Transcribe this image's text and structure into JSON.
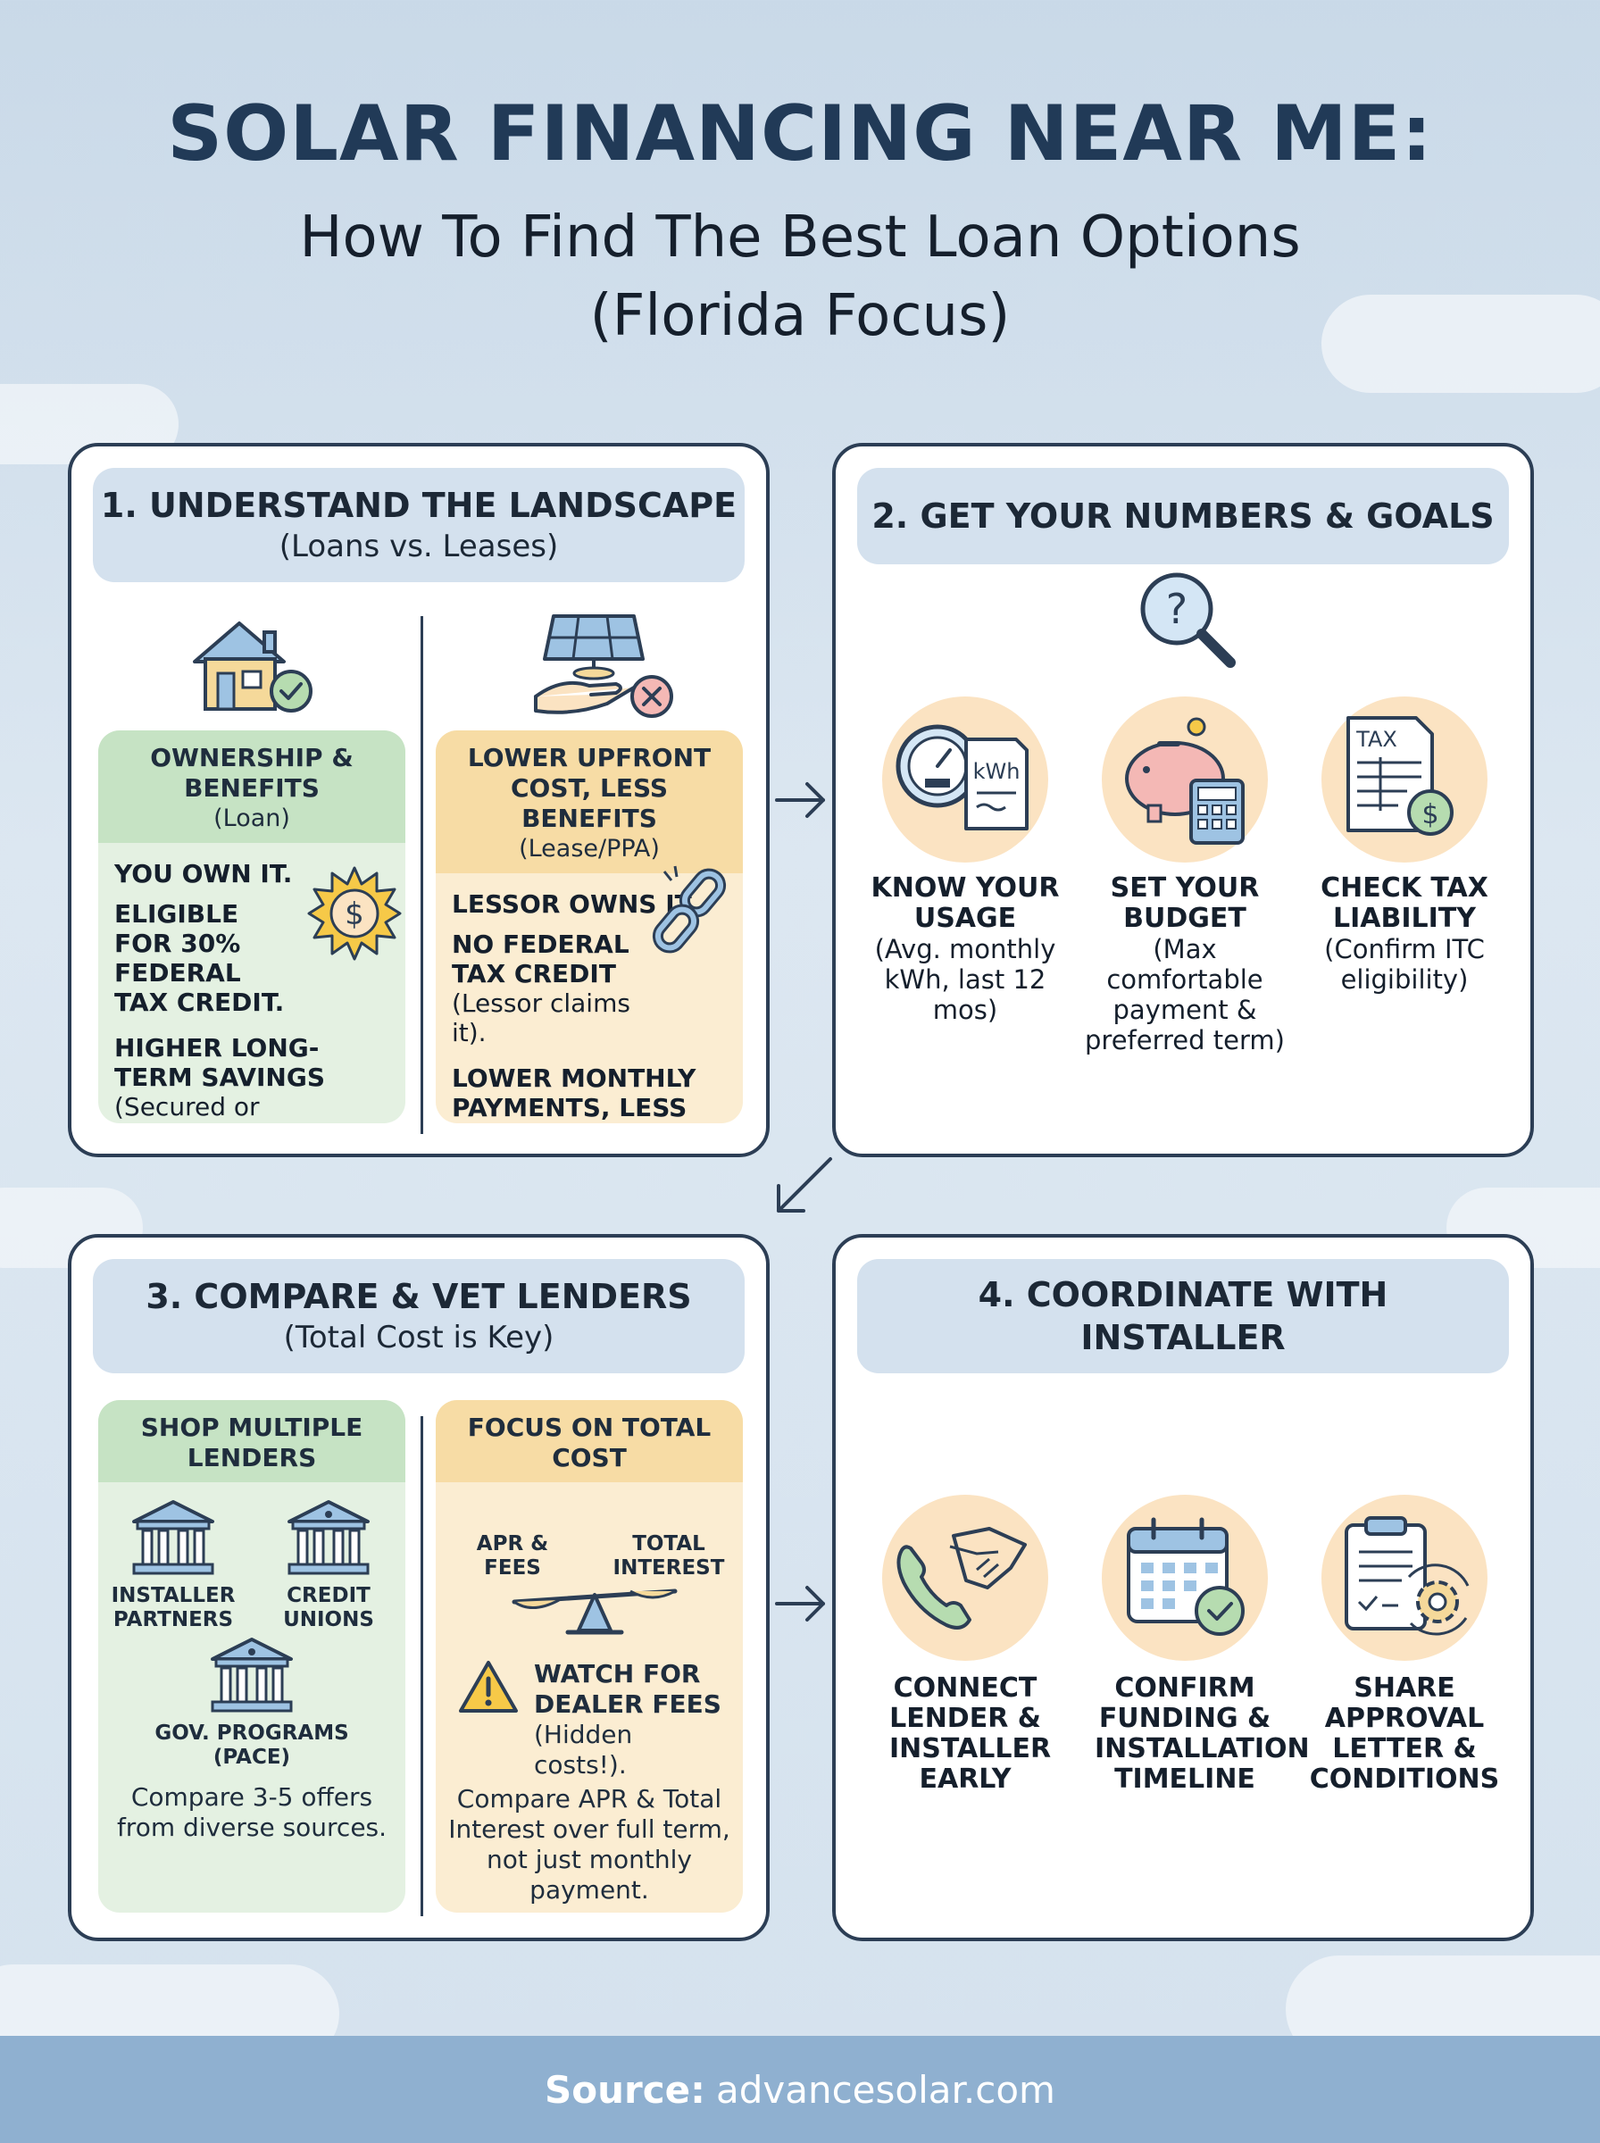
{
  "title": {
    "main": "SOLAR FINANCING NEAR ME:",
    "sub1": "How To Find The Best Loan Options",
    "sub2": "(Florida Focus)"
  },
  "step1": {
    "heading": "1. UNDERSTAND THE LANDSCAPE",
    "subheading": "(Loans vs. Leases)",
    "loan": {
      "title": "OWNERSHIP & BENEFITS",
      "subtitle": "(Loan)",
      "line1": "YOU OWN IT.",
      "line2": "ELIGIBLE FOR 30% FEDERAL TAX CREDIT.",
      "line3_bold": "HIGHER LONG-TERM SAVINGS",
      "line3_rest": "(Secured or Unsecured)."
    },
    "lease": {
      "title": "LOWER UPFRONT COST, LESS BENEFITS",
      "subtitle": "(Lease/PPA)",
      "line1": "LESSOR OWNS IT.",
      "line2_bold": "NO FEDERAL TAX CREDIT",
      "line2_rest": "(Lessor claims it).",
      "line3": "LOWER MONTHLY PAYMENTS, LESS TOTAL SAVINGS."
    }
  },
  "step2": {
    "heading": "2. GET YOUR NUMBERS & GOALS",
    "items": [
      {
        "title": "KNOW YOUR USAGE",
        "detail": "(Avg. monthly kWh, last 12 mos)",
        "icon": "meter-icon"
      },
      {
        "title": "SET YOUR BUDGET",
        "detail": "(Max comfortable payment & preferred term)",
        "icon": "piggy-bank-icon"
      },
      {
        "title": "CHECK TAX LIABILITY",
        "detail": "(Confirm ITC eligibility)",
        "icon": "tax-document-icon"
      }
    ],
    "kwh_label": "kWh",
    "tax_label": "TAX"
  },
  "step3": {
    "heading": "3. COMPARE & VET LENDERS",
    "subheading": "(Total Cost is Key)",
    "shop": {
      "title": "SHOP MULTIPLE LENDERS",
      "bank1": "INSTALLER PARTNERS",
      "bank2": "CREDIT UNIONS",
      "bank3": "GOV. PROGRAMS (PACE)",
      "note": "Compare 3-5 offers from diverse sources."
    },
    "focus": {
      "title": "FOCUS ON TOTAL COST",
      "left": "APR & FEES",
      "right": "TOTAL INTEREST",
      "warn_bold": "WATCH FOR DEALER FEES",
      "warn_rest": "(Hidden costs!).",
      "note": "Compare APR & Total Interest over full term, not just monthly payment."
    }
  },
  "step4": {
    "heading": "4. COORDINATE WITH INSTALLER",
    "items": [
      {
        "title": "CONNECT LENDER & INSTALLER EARLY",
        "icon": "handshake-phone-icon"
      },
      {
        "title": "CONFIRM FUNDING & INSTALLATION TIMELINE",
        "icon": "calendar-check-icon"
      },
      {
        "title": "SHARE APPROVAL LETTER & CONDITIONS",
        "icon": "clipboard-gear-icon"
      }
    ]
  },
  "footer": {
    "label": "Source:",
    "value": "advancesolar.com"
  },
  "colors": {
    "navy": "#213a57",
    "green": "#c6e3c4",
    "yellow": "#f7dca5",
    "peach": "#fbe3c2",
    "footer": "#8fb0d0"
  }
}
